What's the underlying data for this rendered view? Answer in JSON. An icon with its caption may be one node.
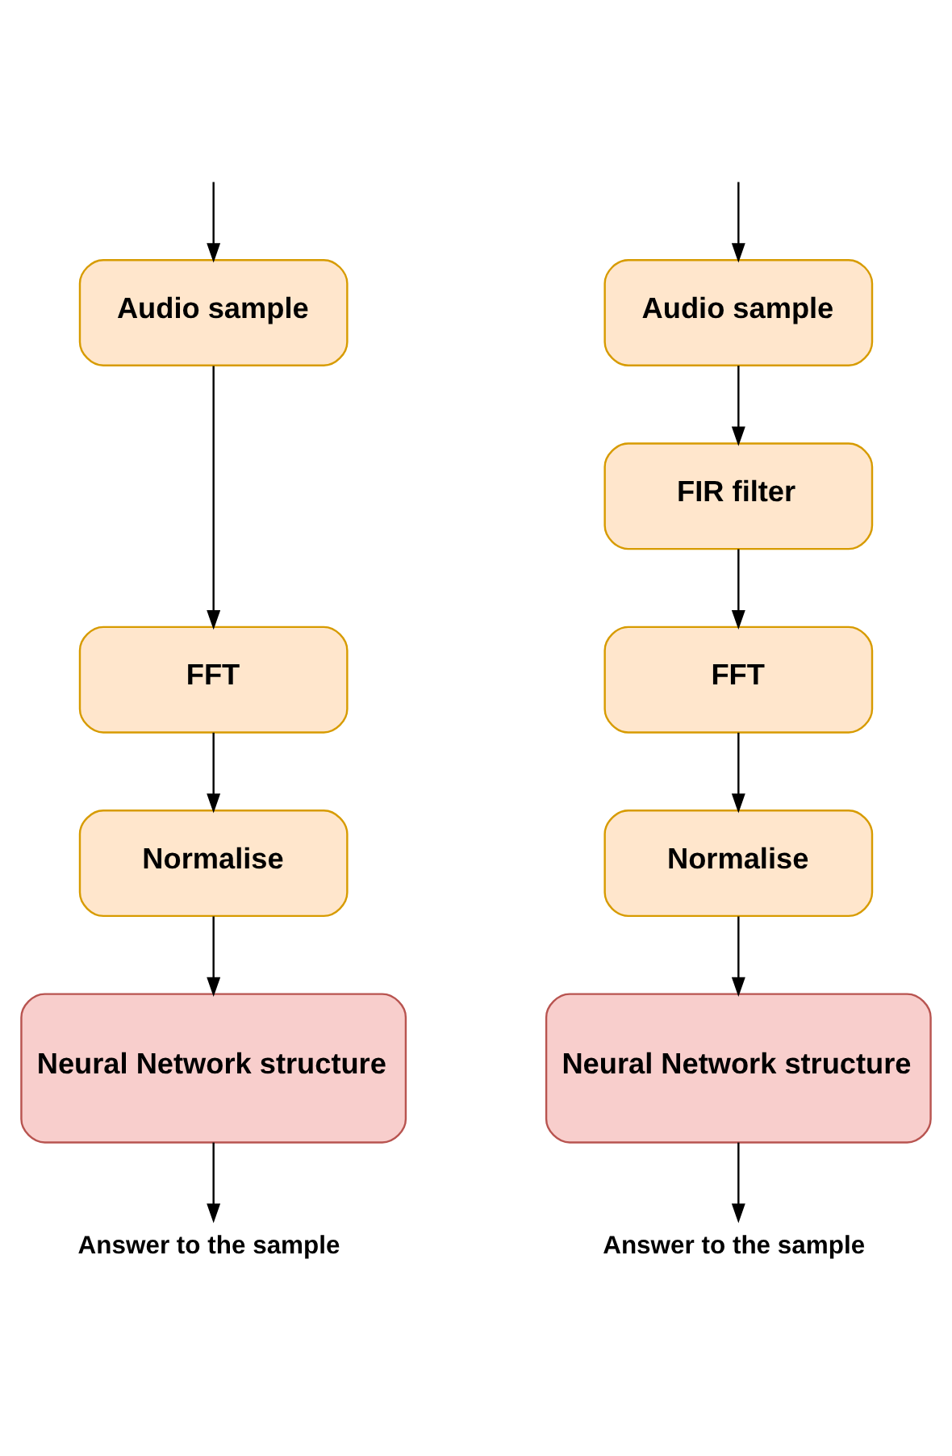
{
  "diagram": {
    "nodes": [
      {
        "text": [
          "Audio sample"
        ]
      },
      {
        "text": [
          "FFT"
        ]
      },
      {
        "text": [
          "Normalise"
        ]
      },
      {
        "text": [
          "Neural Network structure"
        ]
      },
      {
        "text": [
          "Answer to the sample"
        ]
      },
      {
        "text": [
          "Audio sample"
        ]
      },
      {
        "text": [
          "FIR filter"
        ]
      },
      {
        "text": [
          "FFT"
        ]
      },
      {
        "text": [
          "Normalise"
        ]
      },
      {
        "text": [
          "Neural Network structure"
        ]
      },
      {
        "text": [
          "Answer to the sample"
        ]
      }
    ],
    "edges": [
      {
        "from": null,
        "to": 0,
        "arrow": "to"
      },
      {
        "from": 0,
        "to": 1,
        "arrow": "to"
      },
      {
        "from": 1,
        "to": 2,
        "arrow": "to"
      },
      {
        "from": 2,
        "to": 3,
        "arrow": "to"
      },
      {
        "from": 3,
        "to": 4,
        "arrow": "to"
      },
      {
        "from": null,
        "to": 5,
        "arrow": "to"
      },
      {
        "from": 5,
        "to": 6,
        "arrow": "to"
      },
      {
        "from": 6,
        "to": 7,
        "arrow": "to"
      },
      {
        "from": 7,
        "to": 8,
        "arrow": "to"
      },
      {
        "from": 8,
        "to": 9,
        "arrow": "to"
      },
      {
        "from": 9,
        "to": 10,
        "arrow": "to"
      }
    ]
  }
}
